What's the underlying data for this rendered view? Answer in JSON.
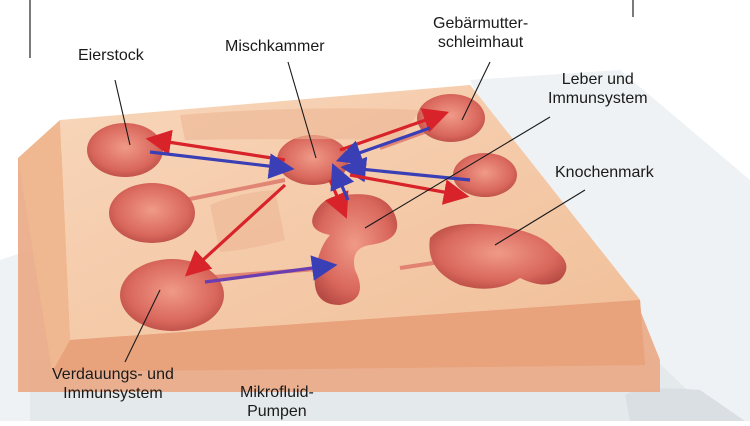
{
  "labels": {
    "ovary": "Eierstock",
    "mixing_chamber": "Mischkammer",
    "endometrium_line1": "Gebärmutter-",
    "endometrium_line2": "schleimhaut",
    "liver_line1": "Leber und",
    "liver_line2": "Immunsystem",
    "bone_marrow": "Knochenmark",
    "gut_line1": "Verdauungs- und",
    "gut_line2": "Immunsystem",
    "pumps_line1": "Mikrofluid-",
    "pumps_line2": "Pumpen"
  },
  "colors": {
    "flow_red": "#d8232a",
    "flow_blue": "#3a3fb5",
    "chamber_fill": "#d9675c",
    "chip_fill": "#f3c6a2"
  }
}
